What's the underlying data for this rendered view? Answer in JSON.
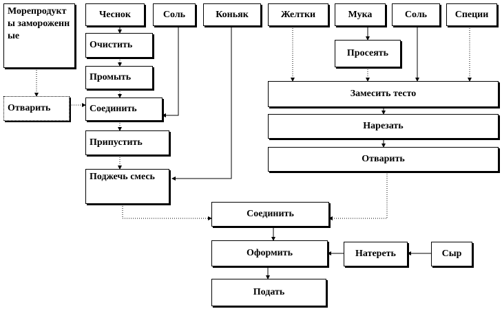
{
  "nodes": {
    "seafood": "Морепродукты замороженные",
    "boil_seafood": "Отварить",
    "garlic": "Чеснок",
    "salt1": "Соль",
    "cognac": "Коньяк",
    "yolks": "Желтки",
    "flour": "Мука",
    "salt2": "Соль",
    "spices": "Специи",
    "peel": "Очистить",
    "sift": "Просеять",
    "wash": "Промыть",
    "knead": "Замесить тесто",
    "combine1": "Соединить",
    "cut": "Нарезать",
    "saute": "Припустить",
    "boil_dough": "Отварить",
    "flambe": "Поджечь смесь",
    "combine2": "Соединить",
    "decorate": "Оформить",
    "grate": "Натереть",
    "cheese": "Сыр",
    "serve": "Подать"
  }
}
